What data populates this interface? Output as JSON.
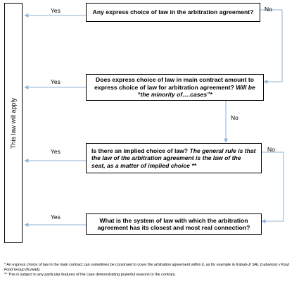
{
  "sidebar": {
    "label": "This law will apply"
  },
  "questions": [
    {
      "text": "Any express choice of law in the arbitration agreement?",
      "emphasis": ""
    },
    {
      "text": "Does express choice of law in main contract amount to express choice of law for arbitration agreement? ",
      "emphasis": "Will be “the minority of….cases”*"
    },
    {
      "text": "Is there an implied choice of law? ",
      "emphasis": "The general rule is that the law of the arbitration agreement is the law of the seat, as a matter of implied choice **"
    },
    {
      "text": "What is the system of law with which the arbitration agreement has its closest and most real connection?",
      "emphasis": ""
    }
  ],
  "edge_labels": {
    "yes": [
      "Yes",
      "Yes",
      "Yes",
      "Yes"
    ],
    "no": [
      "No",
      "No",
      "No"
    ]
  },
  "footnotes": {
    "note1_part1": "* An express choice of law in the main contract can sometimes be construed to cover the arbitration agreement within it, as for example in ",
    "note1_case": "Kabab-Ji SAL (Lebanon) v Kout Food Group (Kuwait)",
    "note1_end": ".",
    "note2": "** This is subject to any particular features of the case demonstrating powerful reasons to the contrary."
  },
  "colors": {
    "connector": "#8fb2d6",
    "box_border": "#000000",
    "text": "#000000"
  }
}
